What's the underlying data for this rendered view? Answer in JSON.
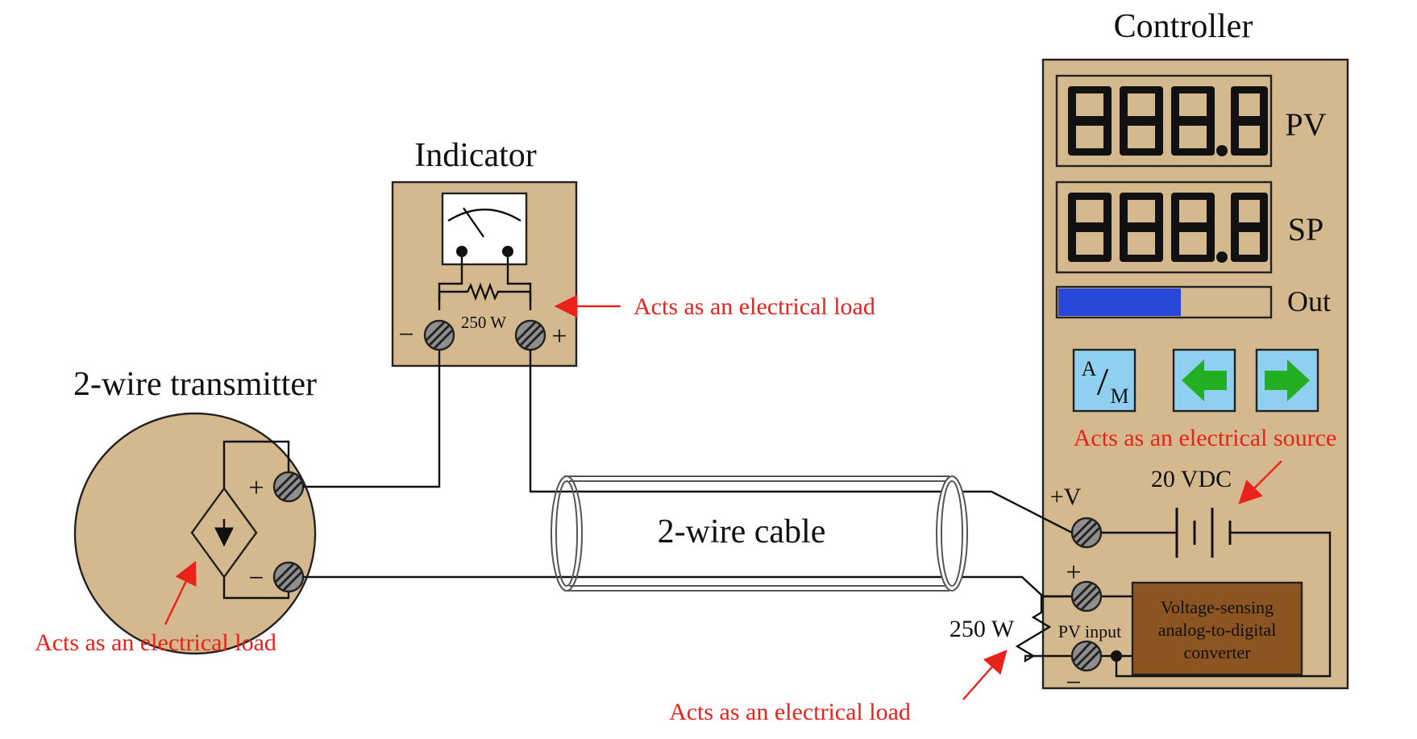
{
  "labels": {
    "controller_title": "Controller",
    "indicator_title": "Indicator",
    "transmitter_title": "2-wire transmitter",
    "cable_label": "2-wire cable",
    "pv_display_label": "PV",
    "sp_display_label": "SP",
    "out_label": "Out",
    "pv_display_value": "888.8",
    "sp_display_value": "888.8",
    "am_button_a": "A",
    "am_button_m": "M",
    "indicator_resistor": "250 W",
    "controller_resistor": "250 W",
    "supply_voltage": "20 VDC",
    "plus_v": "+V",
    "pv_input": "PV input",
    "adc_line1": "Voltage-sensing",
    "adc_line2": "analog-to-digital",
    "adc_line3": "converter",
    "plus_sign": "+",
    "minus_sign": "−"
  },
  "annotations": {
    "indicator_load": "Acts as an electrical load",
    "controller_source": "Acts as an electrical source",
    "transmitter_load": "Acts as an electrical load",
    "controller_load": "Acts as an electrical load"
  },
  "out_bar": {
    "fraction": 0.58
  },
  "colors": {
    "panel": "#d4b88e",
    "annotation": "#e8231c",
    "button": "#8fd0f0",
    "arrow_green": "#22b022",
    "out_fill": "#2a48d8",
    "adc_box": "#8b5420"
  },
  "icons": [
    "left-arrow-icon",
    "right-arrow-icon",
    "current-source-icon",
    "meter-needle-icon"
  ]
}
